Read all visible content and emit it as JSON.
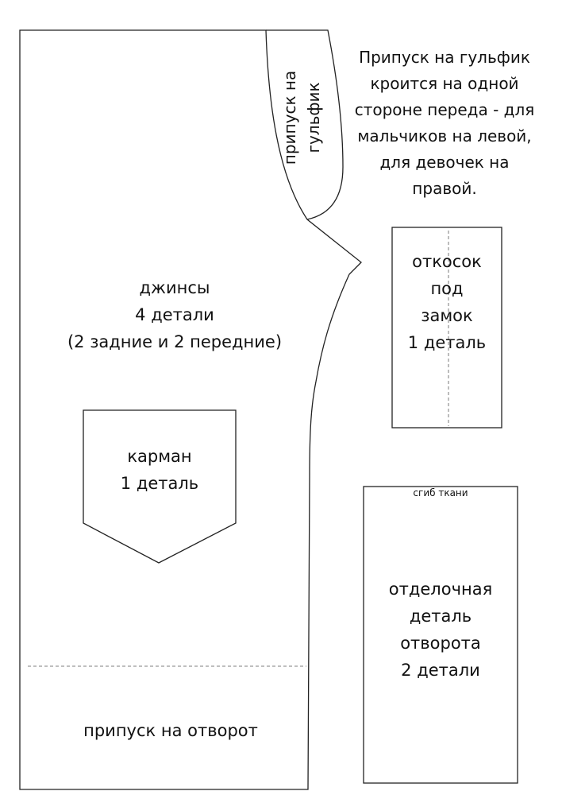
{
  "note": [
    "Припуск на гульфик",
    "кроится на одной",
    "стороне переда - для",
    "мальчиков на левой,",
    "для девочек на",
    "правой."
  ],
  "fly_extension": [
    "припуск на",
    "гульфик"
  ],
  "jeans": [
    "джинсы",
    "4 детали",
    "(2 задние и 2 передние)"
  ],
  "pocket": [
    "карман",
    "1 деталь"
  ],
  "hem_allowance": "припуск на отворот",
  "zipper_facing": [
    "откосок",
    "под",
    "замок",
    "1 деталь"
  ],
  "cuff_facing": {
    "fold_label": "сгиб ткани",
    "lines": [
      "отделочная",
      "деталь",
      "отворота",
      "2 детали"
    ]
  }
}
